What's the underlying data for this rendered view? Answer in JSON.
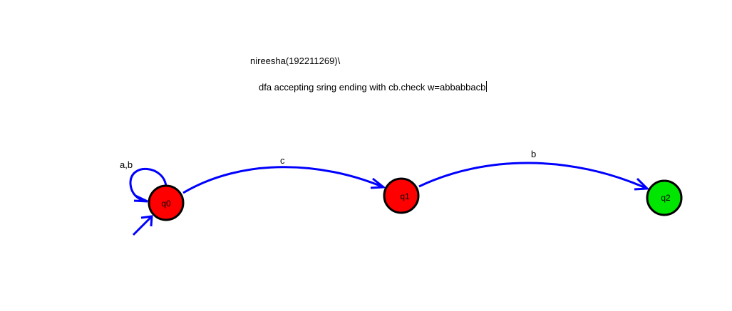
{
  "notes": {
    "author": "nireesha(192211269)\\",
    "description": "dfa accepting sring ending with cb.check w=abbabbacb"
  },
  "states": [
    {
      "id": "q0",
      "label": "q0",
      "fill": "#ff0000",
      "start": true,
      "accepting": false
    },
    {
      "id": "q1",
      "label": "q1",
      "fill": "#ff0000",
      "start": false,
      "accepting": false
    },
    {
      "id": "q2",
      "label": "q2",
      "fill": "#00e600",
      "start": false,
      "accepting": true
    }
  ],
  "transitions": [
    {
      "from": "q0",
      "to": "q0",
      "label": "a,b"
    },
    {
      "from": "q0",
      "to": "q1",
      "label": "c"
    },
    {
      "from": "q1",
      "to": "q2",
      "label": "b"
    }
  ],
  "colors": {
    "edge": "#0000ff",
    "state_border": "#000000",
    "text": "#000000"
  }
}
